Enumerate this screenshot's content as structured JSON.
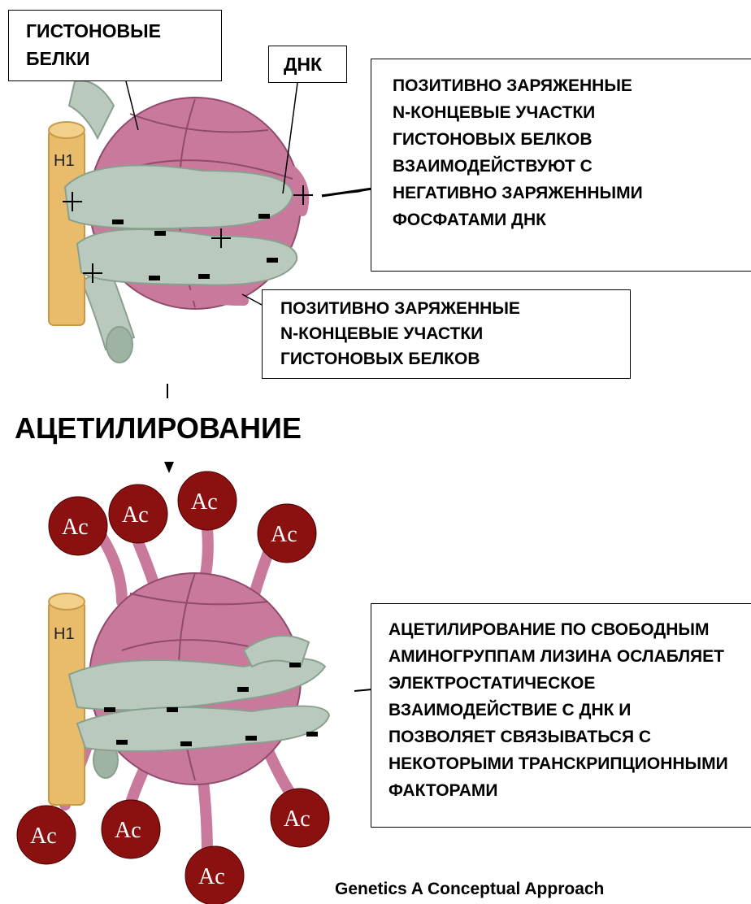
{
  "labels": {
    "histone_proteins": [
      "ГИСТОНОВЫЕ",
      "БЕЛКИ"
    ],
    "dna": "ДНК",
    "interaction": [
      "ПОЗИТИВНО ЗАРЯЖЕННЫЕ",
      "N-КОНЦЕВЫЕ УЧАСТКИ",
      "ГИСТОНОВЫХ БЕЛКОВ",
      "ВЗАИМОДЕЙСТВУЮТ С",
      "НЕГАТИВНО ЗАРЯЖЕННЫМИ",
      "ФОСФАТАМИ ДНК"
    ],
    "n_terminal_tails": [
      "ПОЗИТИВНО ЗАРЯЖЕННЫЕ",
      "N-КОНЦЕВЫЕ УЧАСТКИ",
      "ГИСТОНОВЫХ БЕЛКОВ"
    ],
    "process": "АЦЕТИЛИРОВАНИЕ",
    "acetylation_effect": [
      "АЦЕТИЛИРОВАНИЕ ПО СВОБОДНЫМ",
      "АМИНОГРУППАМ ЛИЗИНА ОСЛАБЛЯЕТ",
      "ЭЛЕКТРОСТАТИЧЕСКОЕ",
      "ВЗАИМОДЕЙСТВИЕ С ДНК И",
      "ПОЗВОЛЯЕТ СВЯЗЫВАТЬСЯ С",
      "НЕКОТОРЫМИ ТРАНСКРИПЦИОННЫМИ",
      "ФАКТОРАМИ"
    ],
    "citation": "Genetics A Conceptual Approach",
    "histone_h1": "H1",
    "acetyl_group": "Ac",
    "positive_charge": "+",
    "negative_charge": "-"
  },
  "colors": {
    "histone_core": "#c97a9c",
    "histone_outline": "#8f4a6c",
    "dna": "#b9c9bd",
    "dna_outline": "#8aa08f",
    "histone_h1": "#e8bc6a",
    "acetyl": "#8b1010"
  }
}
